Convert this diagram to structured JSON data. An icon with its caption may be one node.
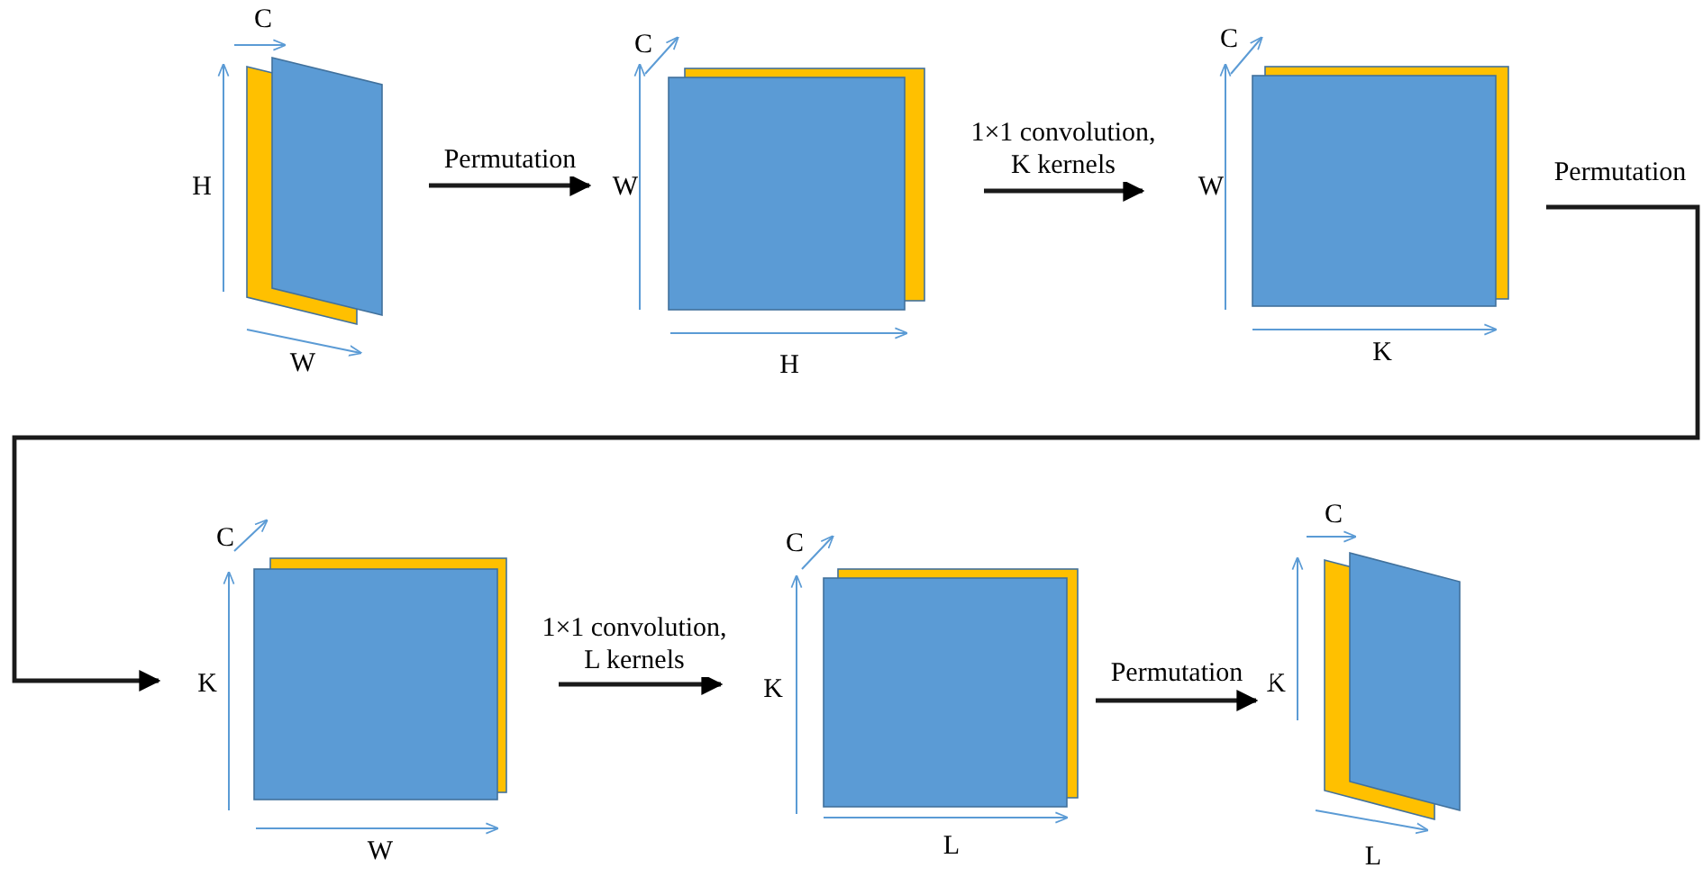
{
  "diagram": {
    "nodes": [
      {
        "text": [],
        "shape": "box",
        "beside": [
          "C",
          "H",
          "W"
        ]
      },
      {
        "text": [],
        "shape": "box",
        "beside": [
          "C",
          "W",
          "H"
        ]
      },
      {
        "text": [],
        "shape": "box",
        "beside": [
          "C",
          "W",
          "K"
        ]
      },
      {
        "text": [],
        "shape": "box",
        "beside": [
          "C",
          "K",
          "W"
        ]
      },
      {
        "text": [],
        "shape": "box",
        "beside": [
          "C",
          "K",
          "L"
        ]
      },
      {
        "text": [],
        "shape": "box",
        "beside": [
          "C",
          "K",
          "L"
        ]
      }
    ],
    "edges": [
      {
        "from": 0,
        "to": 1,
        "arrow": "to",
        "label": "Permutation"
      },
      {
        "from": 1,
        "to": 2,
        "arrow": "to",
        "label": "1×1 convolution, K kernels"
      },
      {
        "from": 2,
        "to": 3,
        "arrow": "to",
        "label": "Permutation"
      },
      {
        "from": 3,
        "to": 4,
        "arrow": "to",
        "label": "1×1 convolution, L kernels"
      },
      {
        "from": 4,
        "to": 5,
        "arrow": "to",
        "label": "Permutation"
      }
    ]
  }
}
